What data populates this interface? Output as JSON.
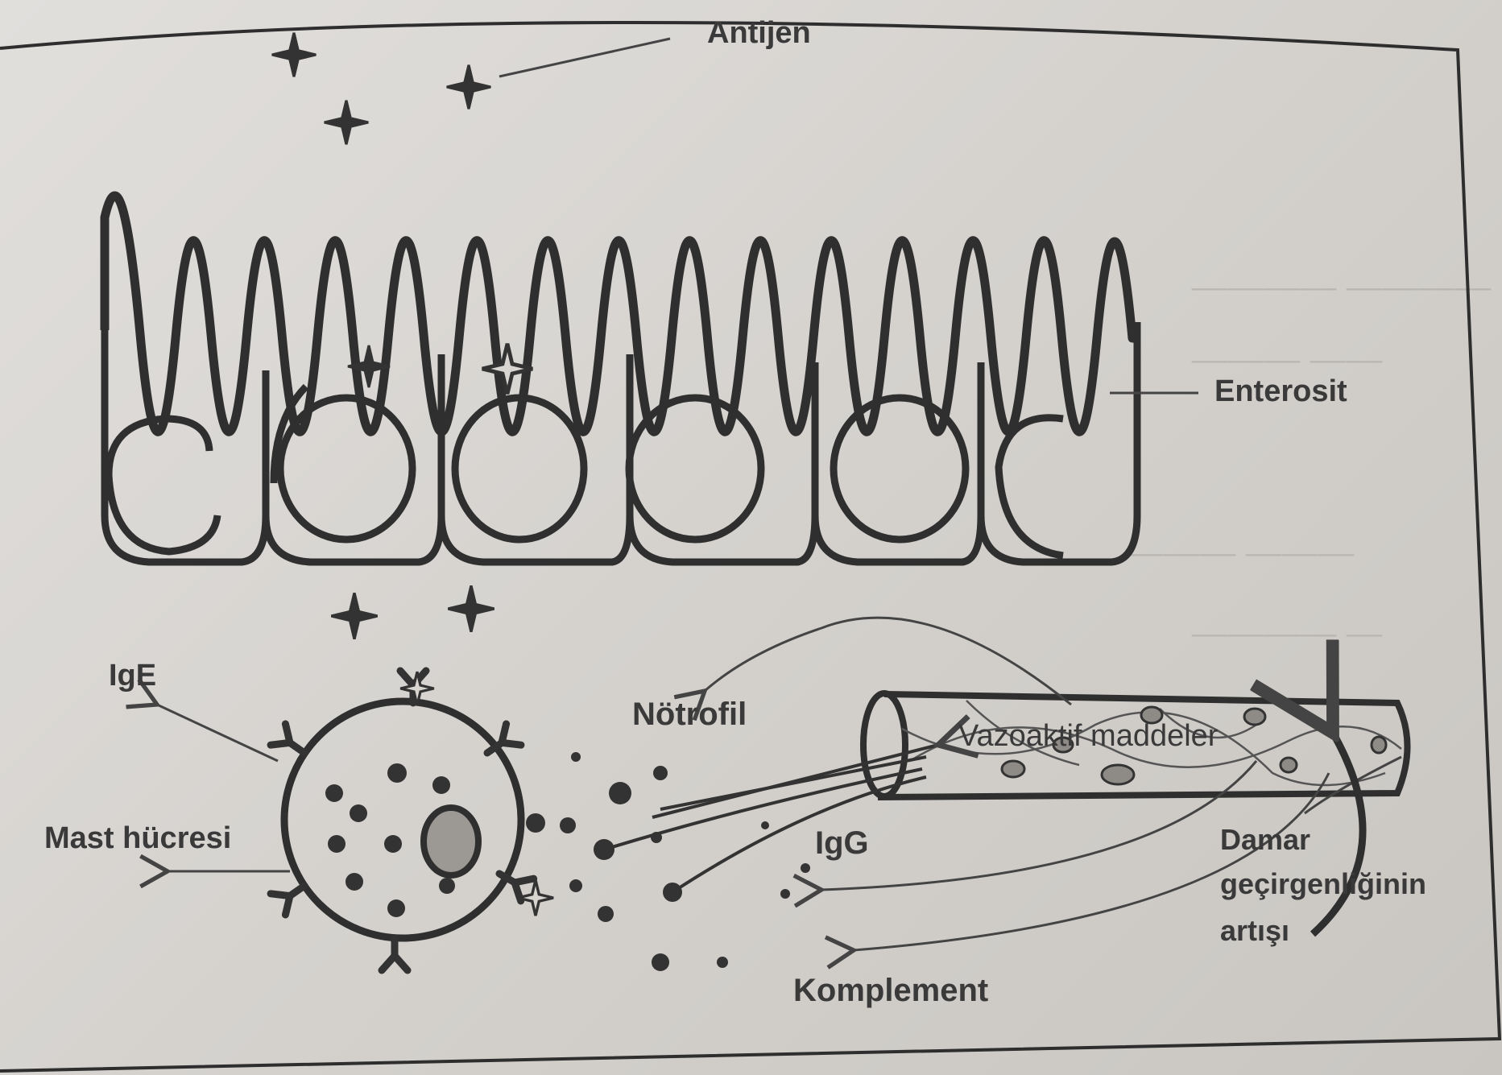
{
  "labels": {
    "antijen": "Antijen",
    "enterosit": "Enterosit",
    "ige": "IgE",
    "mast": "Mast hücresi",
    "notrofil": "Nötrofil",
    "vazo": "Vazoaktif maddeler",
    "igg": "IgG",
    "damar1": "Damar",
    "damar2": "geçirgenliğinin",
    "damar3": "artışı",
    "komplement": "Komplement"
  }
}
